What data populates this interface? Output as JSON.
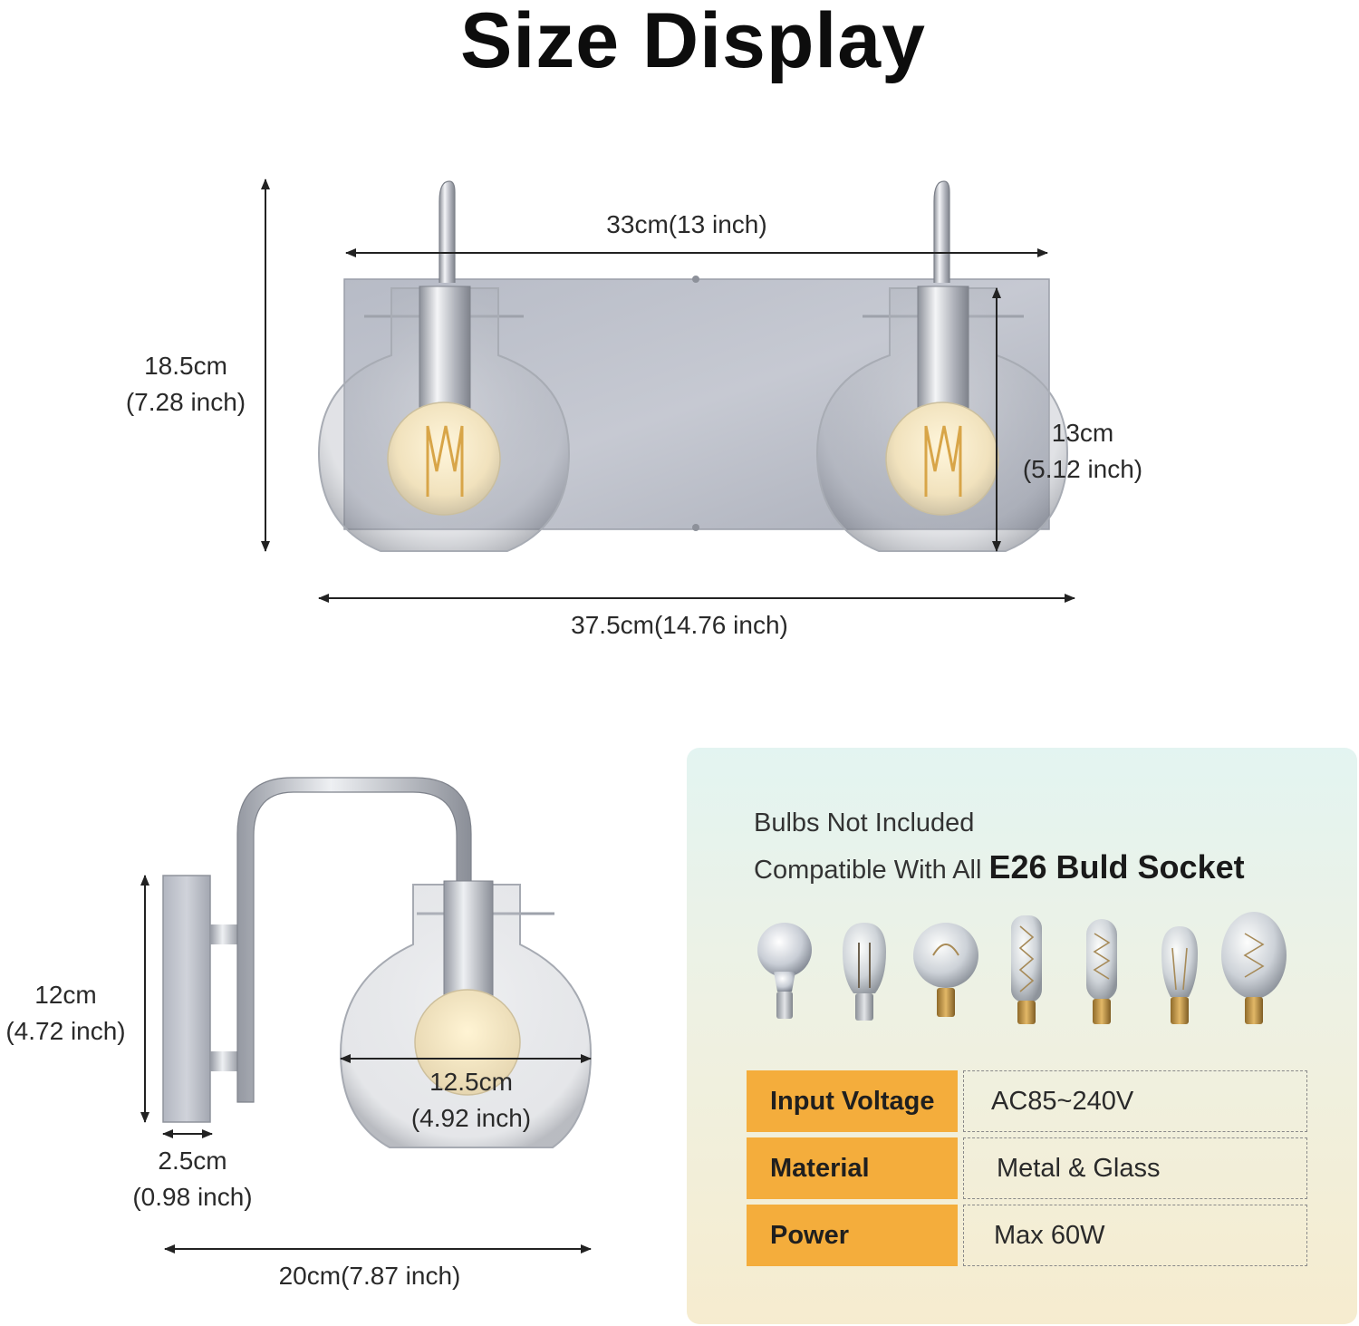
{
  "title": "Size Display",
  "front_view": {
    "inner_width": "33cm(13 inch)",
    "total_width": "37.5cm(14.76 inch)",
    "height_cm": "18.5cm",
    "height_in": "(7.28 inch)",
    "shade_height_cm": "13cm",
    "shade_height_in": "(5.12 inch)"
  },
  "side_view": {
    "height_cm": "12cm",
    "height_in": "(4.72 inch)",
    "shade_width_cm": "12.5cm",
    "shade_width_in": "(4.92 inch)",
    "plate_depth_cm": "2.5cm",
    "plate_depth_in": "(0.98 inch)",
    "total_depth": "20cm(7.87 inch)"
  },
  "info_panel": {
    "line1": "Bulbs Not Included",
    "line2_prefix": "Compatible With All",
    "line2_bold": "E26 Buld Socket",
    "bulb_icons": [
      "a19-bulb-icon",
      "st64-bulb-icon",
      "g25-bulb-icon",
      "t45-bulb-icon",
      "t10-bulb-icon",
      "st58-bulb-icon",
      "g40-bulb-icon"
    ],
    "specs": [
      {
        "label": "Input Voltage",
        "value": "AC85~240V"
      },
      {
        "label": "Material",
        "value": "Metal & Glass"
      },
      {
        "label": "Power",
        "value": "Max 60W"
      }
    ]
  },
  "colors": {
    "accent": "#f4ad3c",
    "chrome": "#c9ccd3"
  }
}
